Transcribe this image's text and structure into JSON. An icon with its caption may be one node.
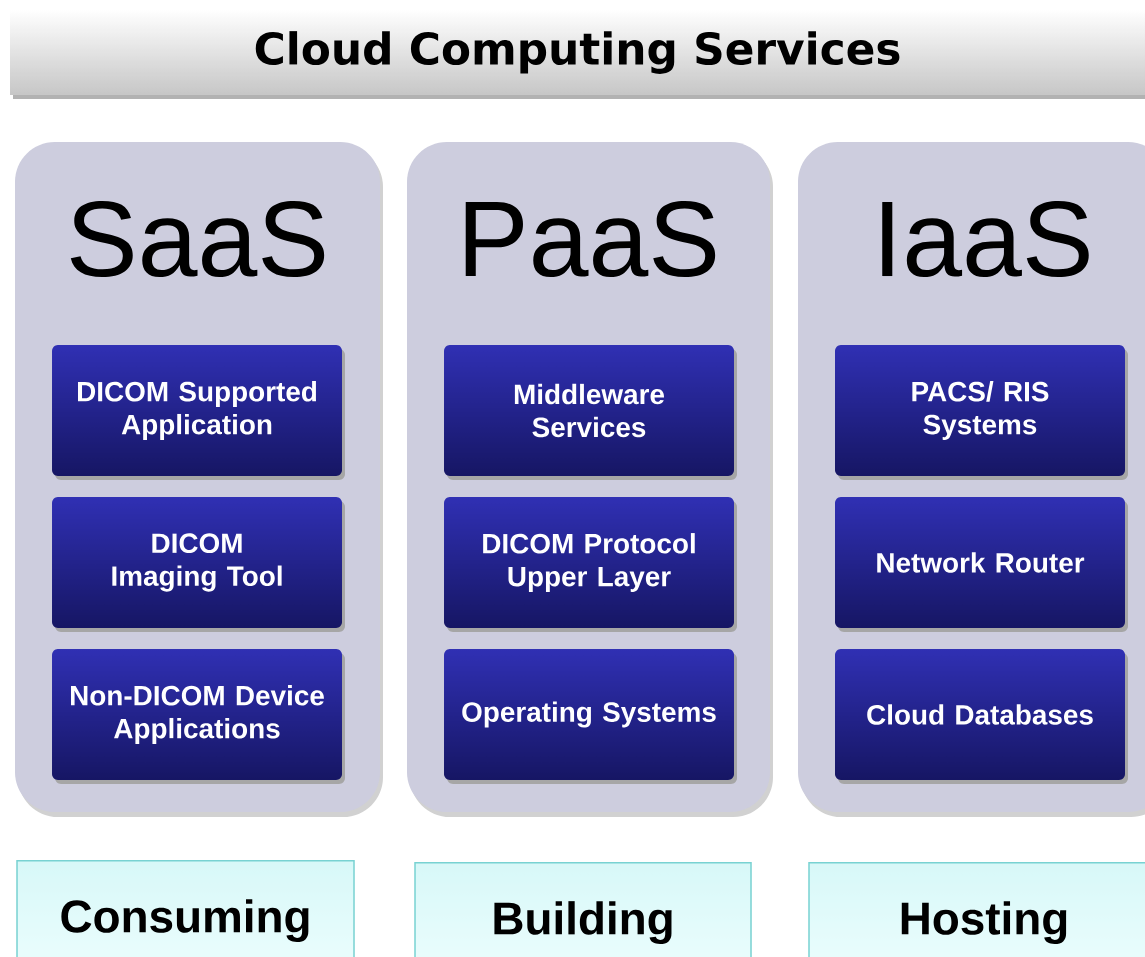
{
  "diagram": {
    "nodes": [
      {
        "text": [
          "Cloud Computing Services"
        ]
      },
      {
        "text": [
          "SaaS"
        ]
      },
      {
        "text": [
          "DICOM Supported Application"
        ],
        "in": 1
      },
      {
        "text": [
          "DICOM Imaging Tool"
        ],
        "in": 1
      },
      {
        "text": [
          "Non-DICOM Device Applications"
        ],
        "in": 1
      },
      {
        "text": [
          "PaaS"
        ]
      },
      {
        "text": [
          "Middleware Services"
        ],
        "in": 5
      },
      {
        "text": [
          "DICOM Protocol Upper Layer"
        ],
        "in": 5
      },
      {
        "text": [
          "Operating Systems"
        ],
        "in": 5
      },
      {
        "text": [
          "IaaS"
        ]
      },
      {
        "text": [
          "PACS/ RIS Systems"
        ],
        "in": 9
      },
      {
        "text": [
          "Network Router"
        ],
        "in": 9
      },
      {
        "text": [
          "Cloud Databases"
        ],
        "in": 9
      },
      {
        "text": [
          "Consuming"
        ]
      },
      {
        "text": [
          "Building"
        ]
      },
      {
        "text": [
          "Hosting"
        ]
      }
    ]
  }
}
